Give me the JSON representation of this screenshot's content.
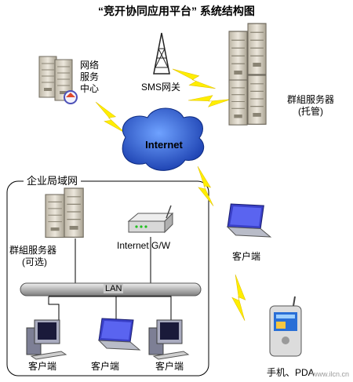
{
  "title": "“竞开协同应用平台” 系统结构图",
  "labels": {
    "network_service_center": [
      "网络",
      "服务",
      "中心"
    ],
    "sms_gateway": "SMS网关",
    "group_server_hosted": [
      "群組服务器",
      "(托管)"
    ],
    "internet": "Internet",
    "enterprise_lan": "企业局域网",
    "internet_gw": "Internet G/W",
    "group_server_optional": [
      "群組服务器",
      "(可选)"
    ],
    "lan": "LAN",
    "client_remote": "客户端",
    "client_1": "客户端",
    "client_2": "客户端",
    "client_3": "客户端",
    "mobile_pda": "手机、PDA",
    "watermark": "www.ilcn.cn"
  },
  "colors": {
    "lightning": "#ffee00",
    "cloud": "#1f5fc9",
    "server_body": "#d9d3c5",
    "lan_bus": "#c8c8c8",
    "laptop_blue": "#3a40c8"
  }
}
